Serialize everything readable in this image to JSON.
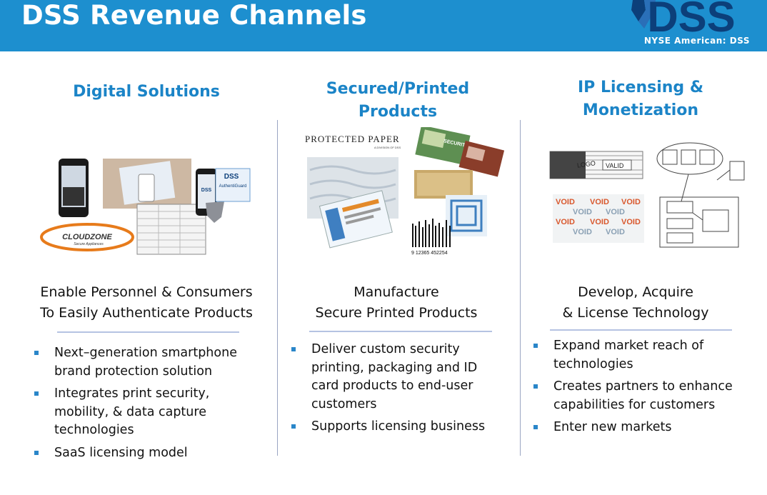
{
  "header": {
    "title": "DSS Revenue Channels",
    "logo_text": "DSS",
    "logo_tagline": "NYSE American: DSS",
    "bg_color": "#1d8fcf"
  },
  "columns": [
    {
      "title_lines": [
        "Digital Solutions"
      ],
      "lead_lines": [
        "Enable Personnel & Consumers",
        "To Easily Authenticate Products"
      ],
      "bullets": [
        [
          "Next–generation smartphone",
          "brand protection solution"
        ],
        [
          "Integrates print security,",
          "mobility, & data capture",
          "technologies"
        ],
        [
          "SaaS licensing model"
        ]
      ],
      "image_text": {
        "cloudzone": "CLOUDZONE",
        "cloudzone_sub": "Secure Appliances",
        "dss": "DSS",
        "authentiguard": "AuthentiGuard"
      }
    },
    {
      "title_lines": [
        "Secured/Printed",
        "Products"
      ],
      "lead_lines": [
        "Manufacture",
        "Secure Printed Products"
      ],
      "bullets": [
        [
          "Deliver custom security",
          "printing, packaging and ID",
          "card products to end-user",
          "customers"
        ],
        [
          "Supports licensing business"
        ]
      ],
      "image_text": {
        "protected_paper": "PROTECTED PAPER",
        "division": "A DIVISION OF DSS",
        "security": "SECURITY",
        "barcode_digits": "9 12365 452254"
      }
    },
    {
      "title_lines": [
        "IP Licensing & Monetization"
      ],
      "lead_lines": [
        "Develop, Acquire",
        "& License Technology"
      ],
      "bullets": [
        [
          "Expand market reach of",
          "technologies"
        ],
        [
          "Creates partners to enhance",
          "capabilities for customers"
        ],
        [
          "Enter new markets"
        ]
      ],
      "image_text": {
        "logo": "LOGO",
        "valid": "VALID",
        "void": "VOID"
      }
    }
  ],
  "colors": {
    "accent": "#1b84c7",
    "bullet": "#2a86c9",
    "divider": "#9aa5c2",
    "rule": "#b5c3e2"
  }
}
